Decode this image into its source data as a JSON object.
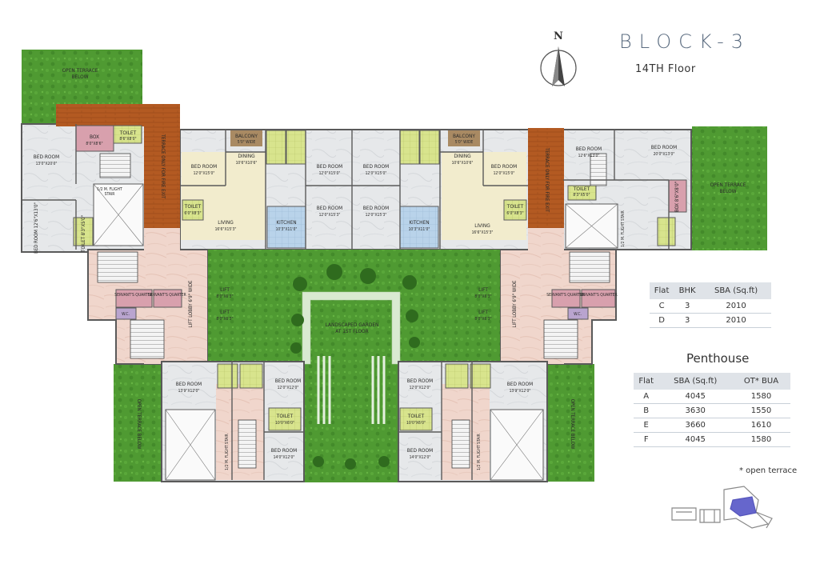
{
  "block_title": "BLOCK-3",
  "floor_label": "14TH Floor",
  "compass_letter": "N",
  "flat_table": {
    "headers": [
      "Flat",
      "BHK",
      "SBA (Sq.ft)"
    ],
    "rows": [
      [
        "C",
        "3",
        "2010"
      ],
      [
        "D",
        "3",
        "2010"
      ]
    ]
  },
  "penthouse_title": "Penthouse",
  "penthouse_table": {
    "headers": [
      "Flat",
      "SBA (Sq.ft)",
      "OT* BUA"
    ],
    "rows": [
      [
        "A",
        "4045",
        "1580"
      ],
      [
        "B",
        "3630",
        "1550"
      ],
      [
        "E",
        "3660",
        "1610"
      ],
      [
        "F",
        "4045",
        "1580"
      ]
    ]
  },
  "footnote": "* open terrace",
  "plan_labels": {
    "open_terrace_nw": "OPEN TERRACE\nBELOW",
    "open_terrace_e": "OPEN TERRACE\nBELOW",
    "open_terrace_sw": "OPEN TERRACE BELOW",
    "open_terrace_se": "OPEN TERRACE BELOW",
    "fire_exit": "TERRACE ONLY FOR FIRE EXIT",
    "garden": "LANDSCAPED GARDEN\nAT 1ST FLOOR",
    "lift_lobby": "LIFT LOBBY\n6'9\" WIDE",
    "flight_stair": "1/2 M. FLIGHT\nSTAIR",
    "rooms": [
      "BOX\n8'0\"X8'6\"",
      "TOILET\n8'6\"X8'0\"",
      "BED ROOM\n13'0\"X20'0\"",
      "BED ROOM\n12'6\"X13'0\"",
      "TOILET\n8'3\"X5'0\"",
      "BED ROOM\n12'0\"X15'0\"",
      "BALCONY\n5'0\" WIDE",
      "DINING\n10'6\"X10'6\"",
      "TOILET\n6'0\"X8'3\"",
      "LIVING\n16'6\"X15'3\"",
      "KITCHEN\n10'3\"X11'0\"",
      "BED ROOM\n12'0\"X15'3\"",
      "BED ROOM\n12'6\"X13'0\"",
      "BED ROOM\n20'0\"X13'0\"",
      "TOILET\n8'3\"X5'0\"",
      "BOX\n8'6\"X8'0\"",
      "SERVANT'S QUARTER",
      "W.C.",
      "LIFT\n8'0\"X6'3\"",
      "BED ROOM\n13'9\"X12'0\"",
      "BED ROOM\n12'0\"X12'0\"",
      "TOILET\n10'0\"X6'0\"",
      "BED ROOM\n14'0\"X12'0\""
    ]
  },
  "colors": {
    "lawn": "#4f9a32",
    "lawn_light": "#6cb642",
    "marble": "#e6e8ea",
    "terracotta": "#b35a22",
    "pink_marble": "#f0d6cc",
    "cream": "#f2eccd",
    "blue_tile": "#b9d3ea",
    "wood": "#a98a63",
    "toilet": "#d8e48d",
    "box": "#d8a0ad",
    "wall": "#5a5a5a",
    "title_blue": "#5b6c80",
    "keyplan": "#6666cc"
  }
}
